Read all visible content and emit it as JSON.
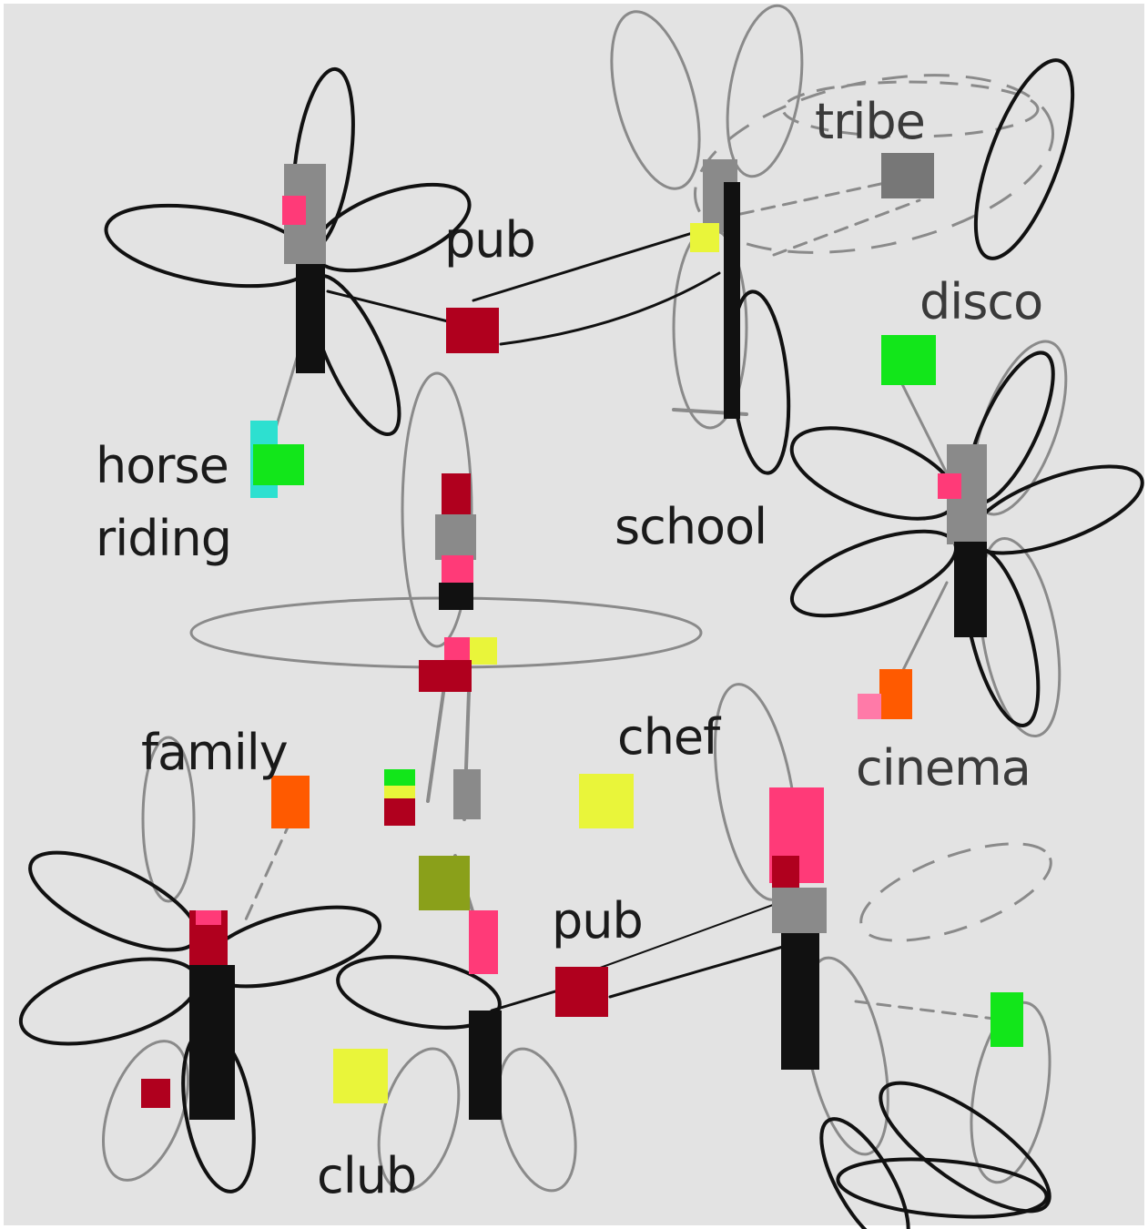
{
  "colors": {
    "background": "#e3e3e3",
    "ink": "#111111",
    "line_gray": "#8a8a8a",
    "dark_red": "#b0001e",
    "pink": "#ff3a78",
    "yellow": "#e9f53a",
    "green": "#12e61a",
    "orange": "#ff5a00",
    "cyan": "#2de0d0",
    "olive": "#8aa01a",
    "block_gray": "#777777"
  },
  "labels": {
    "tribe": "tribe",
    "pub_top": "pub",
    "disco": "disco",
    "horse": "horse",
    "riding": "riding",
    "school": "school",
    "chef": "chef",
    "cinema": "cinema",
    "family": "family",
    "pub_bottom": "pub",
    "club": "club"
  },
  "icons": {
    "figure": "stick-figure-icon",
    "place_marker": "square-marker-icon",
    "petal": "ellipse-petal-icon"
  }
}
